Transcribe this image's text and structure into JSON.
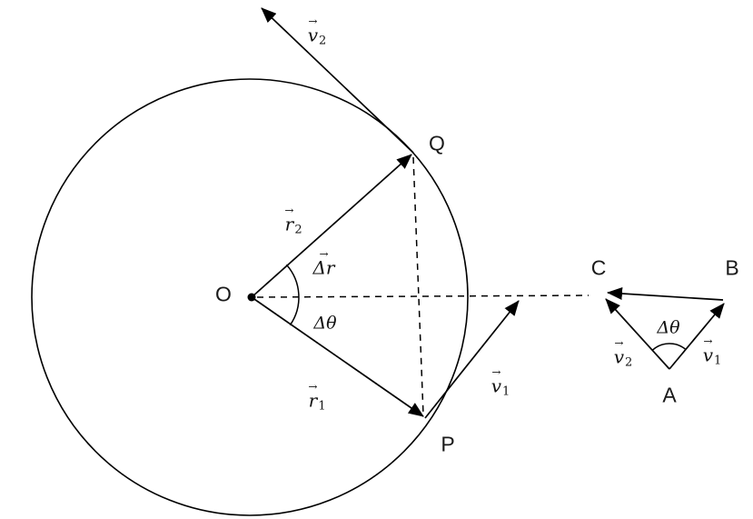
{
  "colors": {
    "background": "#ffffff",
    "line": "#000000"
  },
  "main": {
    "origin_label": "O",
    "point_q": "Q",
    "point_p": "P",
    "v2": {
      "base": "v",
      "sub": "2"
    },
    "r2": {
      "base": "r",
      "sub": "2"
    },
    "delta_r": {
      "base": "Δr",
      "sub": ""
    },
    "delta_theta": "Δθ",
    "r1": {
      "base": "r",
      "sub": "1"
    },
    "v1": {
      "base": "v",
      "sub": "1"
    }
  },
  "inset": {
    "point_c": "C",
    "point_b": "B",
    "point_a": "A",
    "delta_theta": "Δθ",
    "v2": {
      "base": "v",
      "sub": "2"
    },
    "v1": {
      "base": "v",
      "sub": "1"
    }
  },
  "notation": {
    "vector_arrow_mark": "→"
  }
}
